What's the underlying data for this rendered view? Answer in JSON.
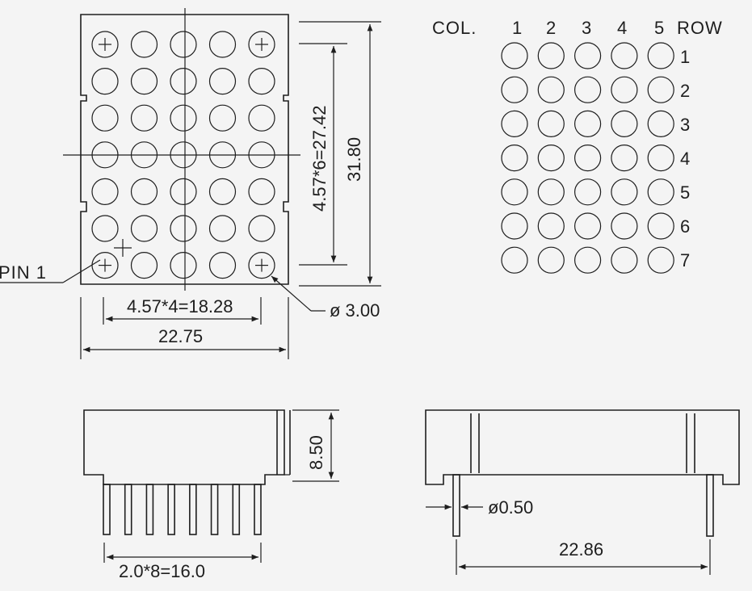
{
  "front_view": {
    "pin1_label": "PIN 1",
    "pitch_horizontal": "4.57*4=18.28",
    "width": "22.75",
    "pitch_vertical": "4.57*6=27.42",
    "height": "31.80",
    "dot_diameter": "ø 3.00"
  },
  "matrix_diagram": {
    "col_label": "COL.",
    "row_label": "ROW",
    "columns": [
      "1",
      "2",
      "3",
      "4",
      "5"
    ],
    "rows": [
      "1",
      "2",
      "3",
      "4",
      "5",
      "6",
      "7"
    ]
  },
  "side_view": {
    "thickness": "8.50",
    "pin_pitch": "2.0*8=16.0",
    "pin_count": 8
  },
  "end_view": {
    "pin_diameter": "ø0.50",
    "row_spacing": "22.86"
  },
  "colors": {
    "line": "#1e1e1e",
    "paper": "#f4f4f4"
  }
}
